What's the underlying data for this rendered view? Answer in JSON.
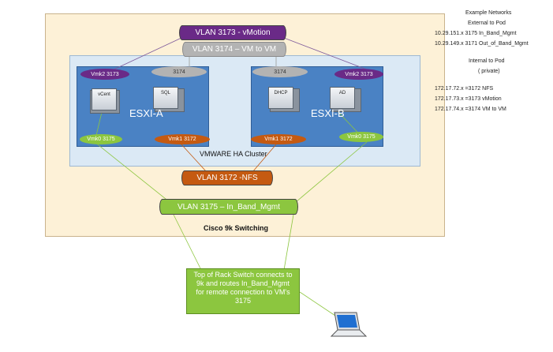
{
  "cluster": {
    "label": "VMWARE  HA Cluster"
  },
  "switching": {
    "label": "Cisco 9k Switching"
  },
  "hosts": {
    "a": {
      "label": "ESXI-A",
      "vm1": "vCent",
      "vm2": "SQL",
      "vmk2": "Vmk2 3173",
      "vmk0": "Vmk0 3175",
      "vmk1": "Vmk1  3172",
      "nic": "3174"
    },
    "b": {
      "label": "ESXI-B",
      "vm1": "DHCP",
      "vm2": "AD",
      "vmk2": "Vmk2 3173",
      "vmk0": "Vmk0 3175",
      "vmk1": "Vmk1 3172",
      "nic": "3174"
    }
  },
  "vlans": {
    "vmotion": "VLAN 3173 - vMotion",
    "vm_to_vm": "VLAN 3174 – VM to VM",
    "nfs": "VLAN 3172 -NFS",
    "mgmt": "VLAN 3175 – In_Band_Mgmt"
  },
  "tor": {
    "line1": "Top of Rack Switch  connects to",
    "line2": "9k and routes In_Band_Mgmt",
    "line3": "for  remote connection to VM's",
    "line4": "3175"
  },
  "notes": {
    "title": "Example Networks",
    "external": "External to Pod",
    "ext1": "10.29.151.x  3175  In_Band_Mgmt",
    "ext2": "10.29.149.x  3171 Out_of_Band_Mgmt",
    "internal": "Internal to Pod",
    "private": "( private)",
    "int1": "172.17.72.x =3172 NFS",
    "int2": "172.17.73.x =3173 vMotion",
    "int3": "172.17.74.x =3174  VM to VM"
  },
  "colors": {
    "vmotion": "#6a2a87",
    "vm_to_vm": "#b3b3b3",
    "nfs": "#c55a11",
    "mgmt": "#8cc63f",
    "host": "#4a82c4"
  }
}
